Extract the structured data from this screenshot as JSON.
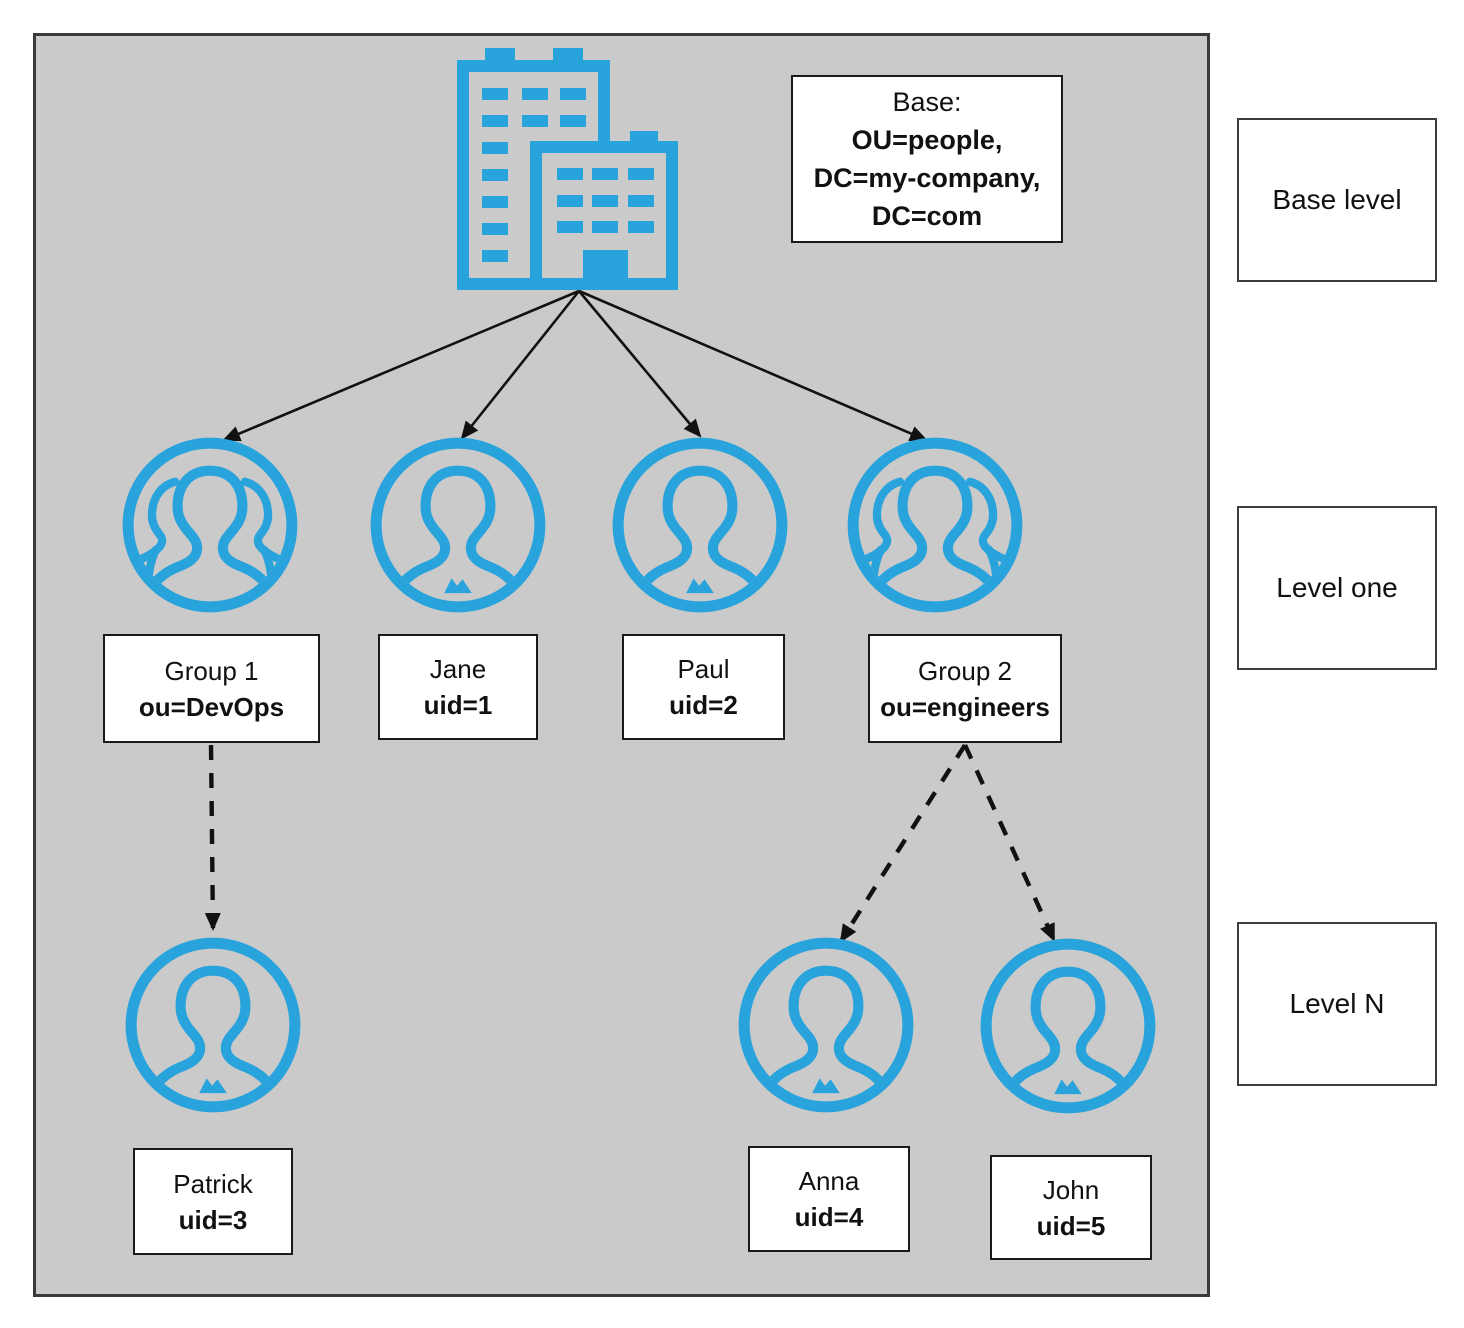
{
  "colors": {
    "accent_blue": "#29a3dc",
    "panel_bg": "#cacaca"
  },
  "base_box": {
    "line1": "Base:",
    "line2": "OU=people,",
    "line3": "DC=my-company,",
    "line4": "DC=com"
  },
  "legend": {
    "base": "Base level",
    "one": "Level one",
    "n": "Level N"
  },
  "nodes": {
    "group1": {
      "name": "Group 1",
      "attr": "ou=DevOps"
    },
    "jane": {
      "name": "Jane",
      "attr": "uid=1"
    },
    "paul": {
      "name": "Paul",
      "attr": "uid=2"
    },
    "group2": {
      "name": "Group 2",
      "attr": "ou=engineers"
    },
    "patrick": {
      "name": "Patrick",
      "attr": "uid=3"
    },
    "anna": {
      "name": "Anna",
      "attr": "uid=4"
    },
    "john": {
      "name": "John",
      "attr": "uid=5"
    }
  }
}
